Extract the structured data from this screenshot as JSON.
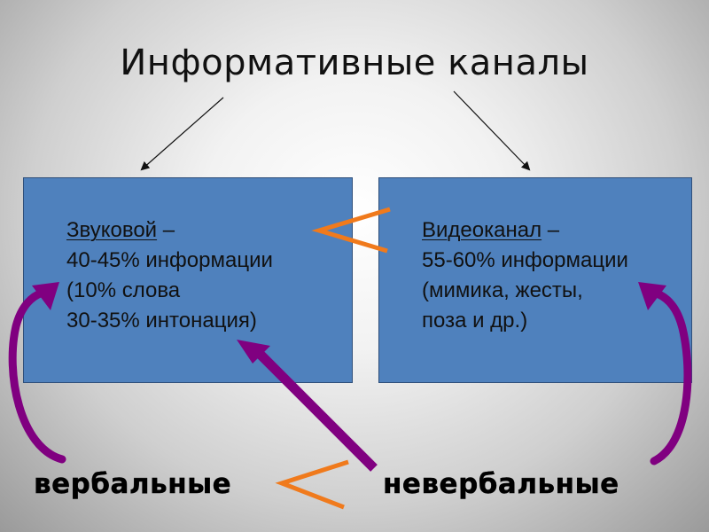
{
  "title": "Информативные каналы",
  "left_box": {
    "heading": "Звуковой",
    "heading_suffix": " –",
    "lines": [
      "40-45% информации",
      "(10% слова",
      "30-35% интонация)"
    ]
  },
  "right_box": {
    "heading": "Видеоканал",
    "heading_suffix": " –",
    "lines": [
      "55-60% информации",
      "(мимика, жесты,",
      "поза и др.)"
    ]
  },
  "bottom_labels": {
    "verbal": "вербальные",
    "nonverbal": "невербальные"
  },
  "colors": {
    "box_fill": "#4f81bd",
    "curved_arrow": "#800080",
    "less_than_sign": "#f07a1c"
  }
}
